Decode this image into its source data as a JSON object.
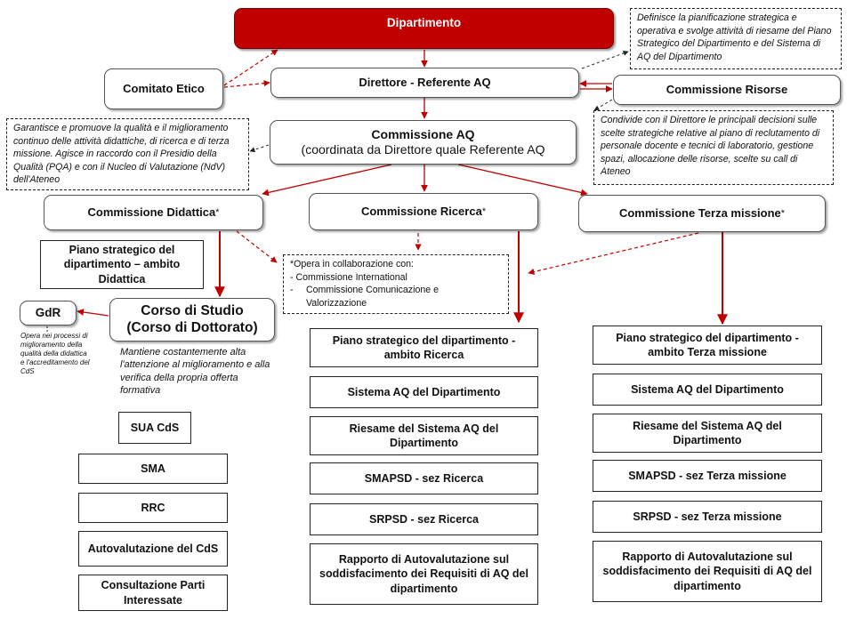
{
  "nodes": {
    "dipartimento": "Dipartimento",
    "comitato_etico": "Comitato Etico",
    "direttore": "Direttore - Referente AQ",
    "commissione_risorse": "Commissione Risorse",
    "commissione_aq_title": "Commissione AQ",
    "commissione_aq_subtitle": "(coordinata da Direttore quale Referente AQ",
    "commissione_didattica": "Commissione Didattica",
    "commissione_ricerca": "Commissione Ricerca",
    "commissione_terza": "Commissione Terza missione",
    "asterisk": "*",
    "piano_didattica": "Piano strategico del dipartimento – ambito Didattica",
    "gdr": "GdR",
    "corso_studio_line1": "Corso di Studio",
    "corso_studio_line2": "(Corso di Dottorato)"
  },
  "notes": {
    "direttore_note": "Definisce la pianificazione strategica e operativa e svolge attività di riesame del Piano Strategico del Dipartimento e del Sistema di AQ del Dipartimento",
    "aq_note": "Garantisce e promuove la qualità e il miglioramento continuo delle attività didattiche, di ricerca e di terza missione. Agisce in raccordo con il Presidio della Qualità (PQA) e con il Nucleo di Valutazione (NdV) dell'Ateneo",
    "risorse_note": "Condivide con il Direttore le principali decisioni sulle scelte strategiche relative al piano di reclutamento di personale docente e tecnici di laboratorio, gestione spazi, allocazione delle risorse, scelte su call di Ateneo",
    "collab_title": "*Opera in collaborazione con:",
    "collab_item1": "- Commissione International",
    "collab_item2_prefix": "-",
    "collab_item2": "Commissione Comunicazione e Valorizzazione",
    "gdr_note": "Opera nei processi di miglioramento della qualità della didattica e l'accreditamento del CdS",
    "corso_note": "Mantiene costantemente alta l'attenzione al miglioramento e alla verifica della propria offerta formativa"
  },
  "didattica_docs": {
    "sua": "SUA CdS",
    "items": [
      "SMA",
      "RRC",
      "Autovalutazione del CdS",
      "Consultazione Parti Interessate"
    ]
  },
  "ricerca_docs": [
    "Piano strategico del dipartimento - ambito Ricerca",
    "Sistema AQ del Dipartimento",
    "Riesame del Sistema AQ del Dipartimento",
    "SMAPSD - sez Ricerca",
    "SRPSD - sez Ricerca",
    "Rapporto di Autovalutazione sul soddisfacimento dei Requisiti di AQ del dipartimento"
  ],
  "terza_docs": [
    "Piano strategico del dipartimento - ambito Terza missione",
    "Sistema AQ del Dipartimento",
    "Riesame del Sistema AQ del Dipartimento",
    "SMAPSD - sez Terza missione",
    "SRPSD - sez Terza missione",
    "Rapporto di Autovalutazione sul soddisfacimento dei Requisiti di AQ del dipartimento"
  ],
  "colors": {
    "accent": "#c00000",
    "header_fill": "#c00000",
    "arrow": "#c00000",
    "note_arrow": "#222222"
  }
}
